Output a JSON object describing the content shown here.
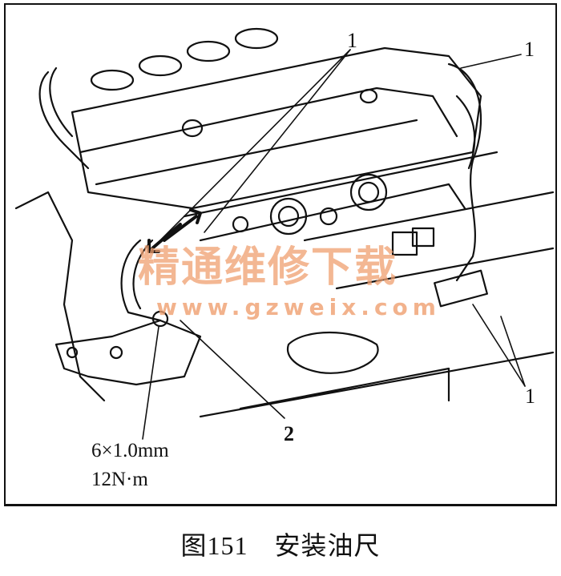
{
  "figure": {
    "callouts": {
      "one_top": "1",
      "one_right": "1",
      "one_bottom": "1",
      "two": "2"
    },
    "spec": {
      "bolt": "6×1.0mm",
      "torque": "12N·m"
    },
    "watermark": {
      "text": "精通维修下载",
      "url": "www.gzweix.com"
    },
    "caption": "图151　安装油尺"
  },
  "colors": {
    "line": "#111111",
    "watermark": "#f0a070"
  }
}
